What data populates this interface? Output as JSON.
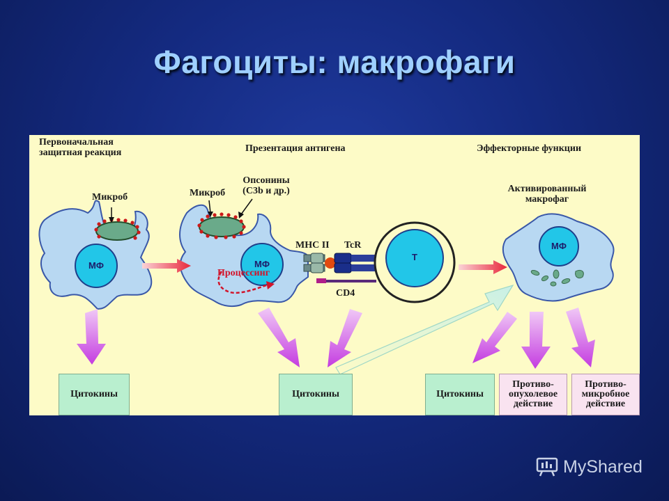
{
  "slide": {
    "title": "Фагоциты: макрофаги"
  },
  "diagram": {
    "sections": {
      "initial": [
        "Первоначальная",
        "защитная реакция"
      ],
      "presentation": "Презентация антигена",
      "effector": "Эффекторные функции"
    },
    "labels": {
      "microbe1": "Микроб",
      "microbe2": "Микроб",
      "opsonins": [
        "Опсонины",
        "(C3b и др.)"
      ],
      "activated": [
        "Активированный",
        "макрофаг"
      ],
      "mhc": "MHC II",
      "tcr": "TcR",
      "cd4": "CD4",
      "processing": "Процессинг"
    },
    "cells": {
      "mf1": "МФ",
      "mf2": "МФ",
      "mf3": "МФ",
      "t": "T"
    },
    "boxes": {
      "cyto1": "Цитокины",
      "cyto2": "Цитокины",
      "cyto3": "Цитокины",
      "antitumor": [
        "Противо-",
        "опухолевое",
        "действие"
      ],
      "antimicrobial": [
        "Противо-",
        "микробное",
        "действие"
      ]
    }
  },
  "watermark": {
    "text": "MyShared"
  },
  "colors": {
    "background": "#142a80",
    "title": "#9fd0ff",
    "panel": "#fdfbc7",
    "cell": "#b8d8f2",
    "nucleus": "#22c6e8",
    "arrow_magenta": "#c43ce0",
    "processing": "#d2142a",
    "box_green": "#b9efcf",
    "box_pink": "#f9e3f0"
  }
}
